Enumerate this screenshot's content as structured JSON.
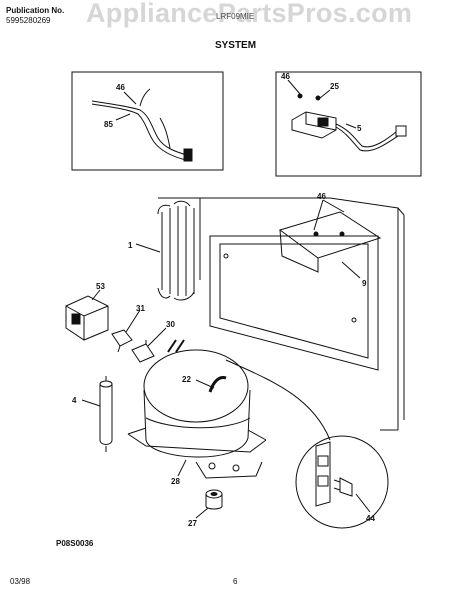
{
  "header": {
    "publication_label": "Publication No.",
    "publication_number": "5995280269",
    "model": "LRF09MIE",
    "section_title": "SYSTEM"
  },
  "watermark": "AppliancePartsPros.com",
  "diagram": {
    "part_labels": {
      "p1": "1",
      "p4": "4",
      "p5": "5",
      "p9": "9",
      "p22": "22",
      "p25": "25",
      "p27": "27",
      "p28": "28",
      "p30": "30",
      "p31": "31",
      "p44": "44",
      "p46a": "46",
      "p46b": "46",
      "p46c": "46",
      "p53": "53",
      "p85": "85"
    },
    "figure_code": "P08S0036"
  },
  "footer": {
    "date": "03/98",
    "page": "6"
  }
}
